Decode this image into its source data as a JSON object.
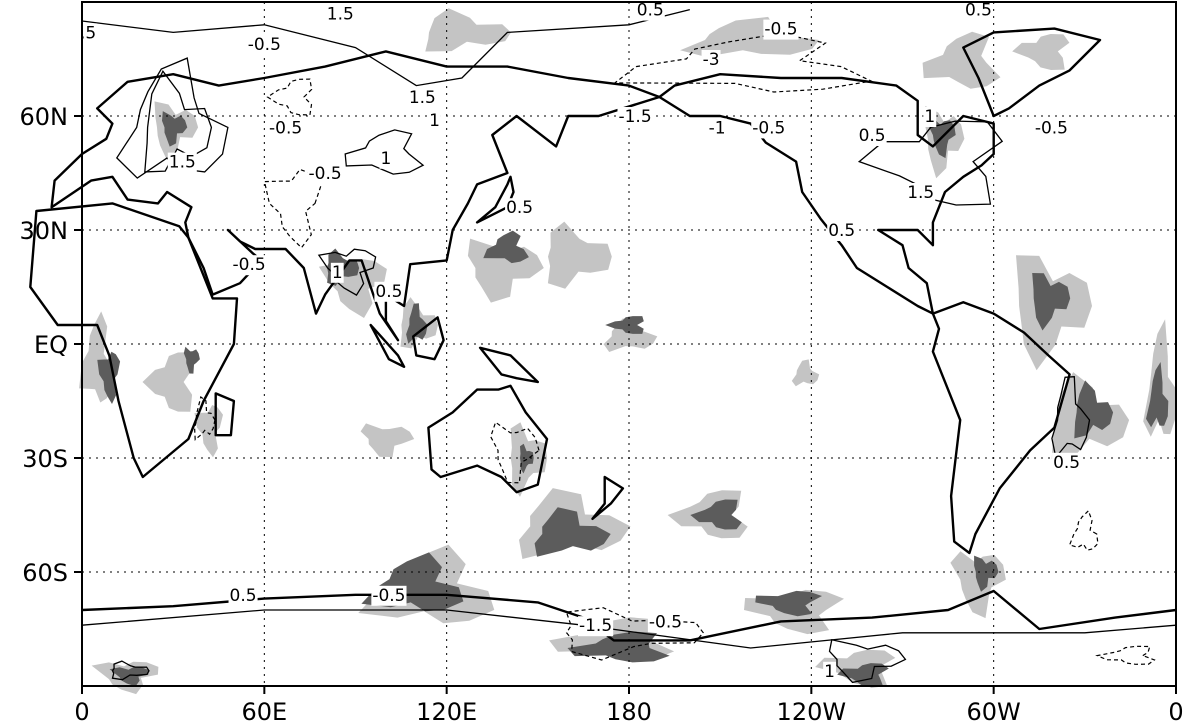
{
  "map": {
    "projection": "global cylindrical equidistant, 0-360 longitude",
    "xaxis": {
      "ticks": [
        {
          "lon": 0,
          "label": "0"
        },
        {
          "lon": 60,
          "label": "60E"
        },
        {
          "lon": 120,
          "label": "120E"
        },
        {
          "lon": 180,
          "label": "180"
        },
        {
          "lon": 240,
          "label": "120W"
        },
        {
          "lon": 300,
          "label": "60W"
        },
        {
          "lon": 360,
          "label": "0"
        }
      ]
    },
    "yaxis": {
      "ticks": [
        {
          "lat": 60,
          "label": "60N"
        },
        {
          "lat": 30,
          "label": "30N"
        },
        {
          "lat": 0,
          "label": "EQ"
        },
        {
          "lat": -30,
          "label": "30S"
        },
        {
          "lat": -60,
          "label": "60S"
        }
      ]
    },
    "lon_range": [
      0,
      360
    ],
    "lat_range": [
      -90,
      90
    ],
    "grid": "dotted at 60-degree longitude and 30-degree latitude",
    "shading": {
      "light": "#c4c4c4",
      "dark": "#5c5c5c"
    },
    "contour_labels": [
      {
        "lon": 2,
        "lat": 82,
        "text": ".5"
      },
      {
        "lon": 85,
        "lat": 87,
        "text": "1.5"
      },
      {
        "lon": 60,
        "lat": 79,
        "text": "-0.5"
      },
      {
        "lon": 187,
        "lat": 88,
        "text": "0.5"
      },
      {
        "lon": 230,
        "lat": 83,
        "text": "-0.5"
      },
      {
        "lon": 207,
        "lat": 75,
        "text": "-3"
      },
      {
        "lon": 295,
        "lat": 88,
        "text": "0.5"
      },
      {
        "lon": 112,
        "lat": 65,
        "text": "1.5"
      },
      {
        "lon": 116,
        "lat": 59,
        "text": "1"
      },
      {
        "lon": 33,
        "lat": 48,
        "text": "1.5"
      },
      {
        "lon": 67,
        "lat": 57,
        "text": "-0.5"
      },
      {
        "lon": 80,
        "lat": 45,
        "text": "-0.5"
      },
      {
        "lon": 100,
        "lat": 49,
        "text": "1"
      },
      {
        "lon": 144,
        "lat": 36,
        "text": "0.5"
      },
      {
        "lon": 182,
        "lat": 60,
        "text": "-1.5"
      },
      {
        "lon": 209,
        "lat": 57,
        "text": "-1"
      },
      {
        "lon": 226,
        "lat": 57,
        "text": "-0.5"
      },
      {
        "lon": 260,
        "lat": 55,
        "text": "0.5"
      },
      {
        "lon": 279,
        "lat": 60,
        "text": "1"
      },
      {
        "lon": 319,
        "lat": 57,
        "text": "-0.5"
      },
      {
        "lon": 276,
        "lat": 40,
        "text": "1.5"
      },
      {
        "lon": 250,
        "lat": 30,
        "text": "0.5"
      },
      {
        "lon": 55,
        "lat": 21,
        "text": "-0.5"
      },
      {
        "lon": 84,
        "lat": 19,
        "text": "1"
      },
      {
        "lon": 101,
        "lat": 14,
        "text": "0.5"
      },
      {
        "lon": 324,
        "lat": -31,
        "text": "0.5"
      },
      {
        "lon": 53,
        "lat": -66,
        "text": "0.5"
      },
      {
        "lon": 101,
        "lat": -66,
        "text": "-0.5"
      },
      {
        "lon": 169,
        "lat": -74,
        "text": "-1.5"
      },
      {
        "lon": 192,
        "lat": -73,
        "text": "-0.5"
      },
      {
        "lon": 246,
        "lat": -86,
        "text": "1"
      }
    ]
  }
}
